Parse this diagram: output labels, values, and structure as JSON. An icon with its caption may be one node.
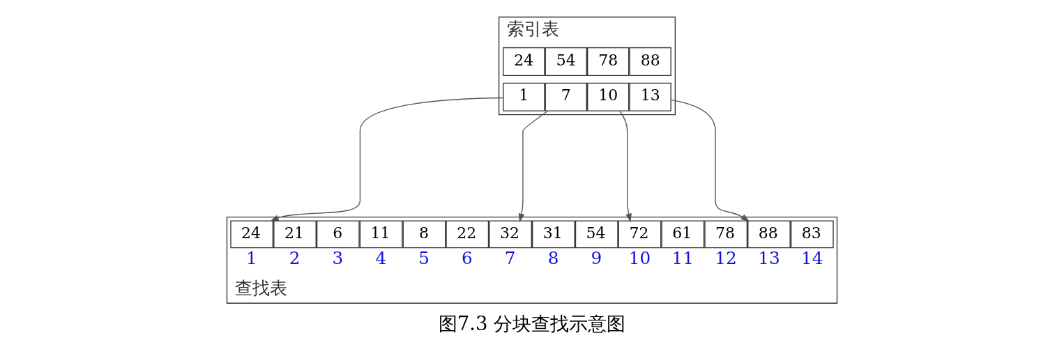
{
  "diagram": {
    "caption": "图7.3 分块查找示意图",
    "nodes": [
      {
        "text": [
          "索引表"
        ]
      },
      {
        "text": [
          "24"
        ],
        "in": 0
      },
      {
        "text": [
          "54"
        ],
        "in": 0
      },
      {
        "text": [
          "78"
        ],
        "in": 0
      },
      {
        "text": [
          "88"
        ],
        "in": 0
      },
      {
        "text": [
          "1"
        ],
        "in": 0
      },
      {
        "text": [
          "7"
        ],
        "in": 0
      },
      {
        "text": [
          "10"
        ],
        "in": 0
      },
      {
        "text": [
          "13"
        ],
        "in": 0
      },
      {
        "text": [
          "查找表"
        ]
      },
      {
        "text": [
          "24"
        ],
        "in": 9,
        "beside": [
          "1"
        ]
      },
      {
        "text": [
          "21"
        ],
        "in": 9,
        "beside": [
          "2"
        ]
      },
      {
        "text": [
          "6"
        ],
        "in": 9,
        "beside": [
          "3"
        ]
      },
      {
        "text": [
          "11"
        ],
        "in": 9,
        "beside": [
          "4"
        ]
      },
      {
        "text": [
          "8"
        ],
        "in": 9,
        "beside": [
          "5"
        ]
      },
      {
        "text": [
          "22"
        ],
        "in": 9,
        "beside": [
          "6"
        ]
      },
      {
        "text": [
          "32"
        ],
        "in": 9,
        "beside": [
          "7"
        ]
      },
      {
        "text": [
          "31"
        ],
        "in": 9,
        "beside": [
          "8"
        ]
      },
      {
        "text": [
          "54"
        ],
        "in": 9,
        "beside": [
          "9"
        ]
      },
      {
        "text": [
          "72"
        ],
        "in": 9,
        "beside": [
          "10"
        ]
      },
      {
        "text": [
          "61"
        ],
        "in": 9,
        "beside": [
          "11"
        ]
      },
      {
        "text": [
          "78"
        ],
        "in": 9,
        "beside": [
          "12"
        ]
      },
      {
        "text": [
          "88"
        ],
        "in": 9,
        "beside": [
          "13"
        ]
      },
      {
        "text": [
          "83"
        ],
        "in": 9,
        "beside": [
          "14"
        ]
      }
    ],
    "edges": [
      {
        "from": 5,
        "to": 10,
        "arrow": "to"
      },
      {
        "from": 6,
        "to": 16,
        "arrow": "to"
      },
      {
        "from": 7,
        "to": 19,
        "arrow": "to"
      },
      {
        "from": 8,
        "to": 22,
        "arrow": "to"
      }
    ]
  }
}
